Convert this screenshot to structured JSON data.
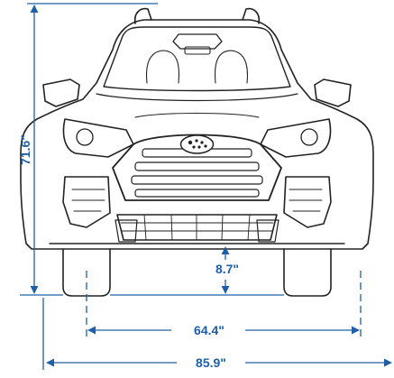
{
  "dimensions": {
    "height": "71.6\"",
    "ground_clearance": "8.7\"",
    "track_width": "64.4\"",
    "overall_width": "85.9\""
  },
  "colors": {
    "dimension": "#1f5fa8",
    "outline": "#222222",
    "background": "#ffffff"
  }
}
